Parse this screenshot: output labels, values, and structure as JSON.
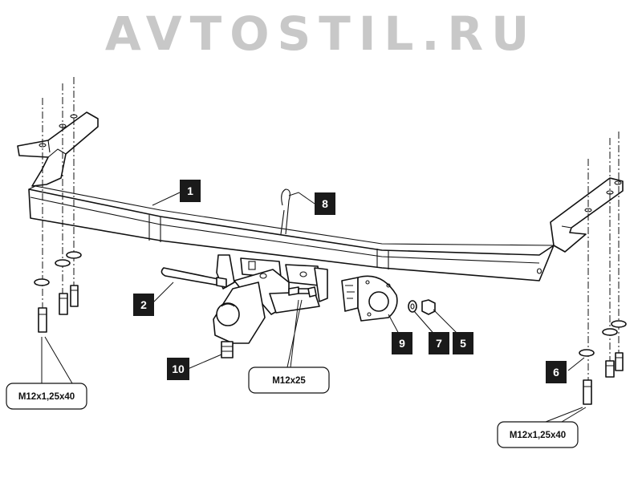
{
  "watermark": "AVTOSTIL.RU",
  "callouts": [
    "1",
    "2",
    "8",
    "10",
    "9",
    "7",
    "5",
    "6"
  ],
  "bolt_labels": {
    "left": "M12x1,25x40",
    "center": "M12x25",
    "right": "M12x1,25x40"
  }
}
